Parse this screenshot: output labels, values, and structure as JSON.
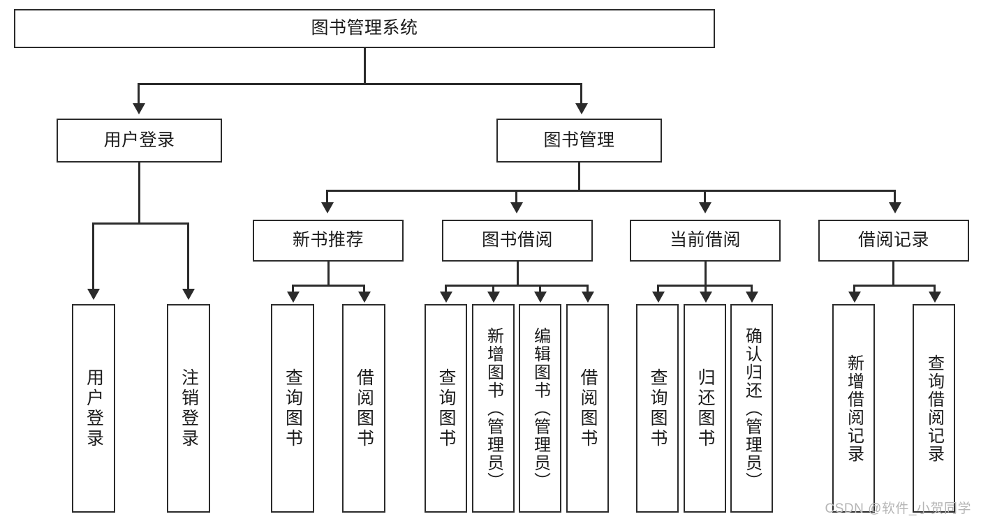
{
  "diagram": {
    "type": "hierarchy-tree",
    "title": "图书管理系统",
    "watermark": "CSDN @软件_小贺同学",
    "colors": {
      "box_border": "#2b2b2b",
      "box_fill": "#ffffff",
      "text": "#1b1b1b",
      "connector": "#2b2b2b",
      "watermark": "#b5b5b5",
      "background": "#ffffff"
    },
    "root": {
      "label": "图书管理系统"
    },
    "level1": [
      {
        "label": "用户登录"
      },
      {
        "label": "图书管理"
      }
    ],
    "level2": [
      {
        "label": "新书推荐"
      },
      {
        "label": "图书借阅"
      },
      {
        "label": "当前借阅"
      },
      {
        "label": "借阅记录"
      }
    ],
    "leaves": {
      "user_login": [
        {
          "label": "用户登录"
        },
        {
          "label": "注销登录"
        }
      ],
      "new_book_recommend": [
        {
          "label": "查询图书"
        },
        {
          "label": "借阅图书"
        }
      ],
      "book_borrow": [
        {
          "label": "查询图书"
        },
        {
          "label": "新增图书（管理员）"
        },
        {
          "label": "编辑图书（管理员）"
        },
        {
          "label": "借阅图书"
        }
      ],
      "current_borrow": [
        {
          "label": "查询图书"
        },
        {
          "label": "归还图书"
        },
        {
          "label": "确认归还（管理员）"
        }
      ],
      "borrow_record": [
        {
          "label": "新增借阅记录"
        },
        {
          "label": "查询借阅记录"
        }
      ]
    }
  }
}
